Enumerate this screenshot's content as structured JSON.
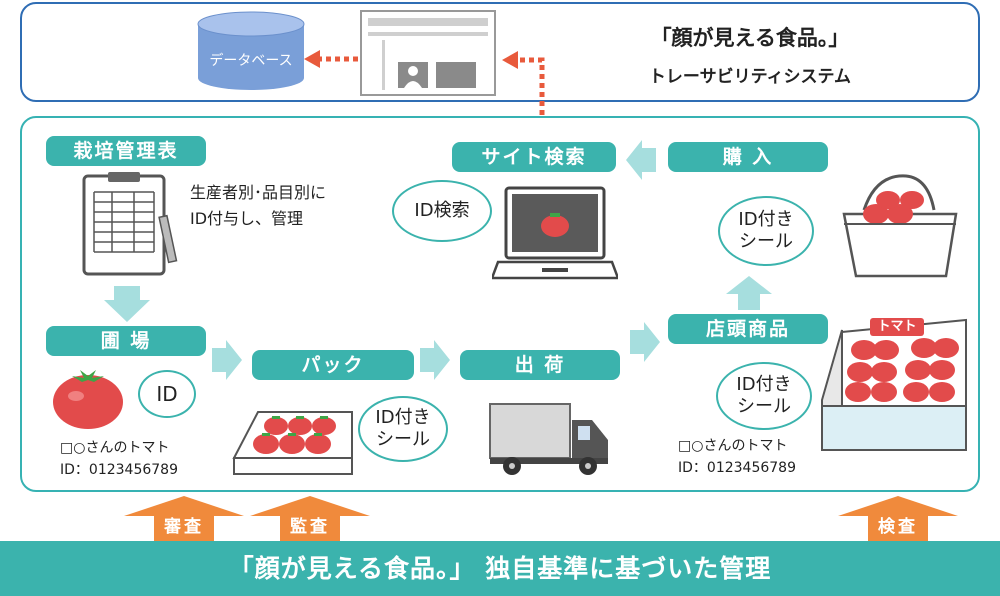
{
  "system": {
    "title_line1": "「顔が見える食品。」",
    "title_line2": "トレーサビリティシステム",
    "database_label": "データベース"
  },
  "labels": {
    "cultivation": "栽培管理表",
    "farm": "圃 場",
    "pack": "パック",
    "shipping": "出 荷",
    "store": "店頭商品",
    "purchase": "購 入",
    "site_search": "サイト検索"
  },
  "bubbles": {
    "id": "ID",
    "id_search": "ID検索",
    "id_sticker_pack": "ID付き\nシール",
    "id_sticker_store": "ID付き\nシール",
    "id_sticker_purchase": "ID付き\nシール"
  },
  "notes": {
    "id_assign_line1": "生産者別･品目別に",
    "id_assign_line2": "ID付与し、管理",
    "farm_producer": "□○さんのトマト",
    "farm_id": "ID：0123456789",
    "store_producer": "□○さんのトマト",
    "store_id": "ID：0123456789",
    "tomato_tag": "トマト"
  },
  "inspections": {
    "review": "審査",
    "audit": "監査",
    "inspection": "検査"
  },
  "footer": "「顔が見える食品。」 独自基準に基づいた管理",
  "colors": {
    "teal": "#3bb3ad",
    "navy": "#2f6db4",
    "orange_arrow": "#f08a3c",
    "dashed_red": "#e85a3c",
    "db_blue": "#7a9fd8",
    "tomato_red": "#e24b4b"
  }
}
